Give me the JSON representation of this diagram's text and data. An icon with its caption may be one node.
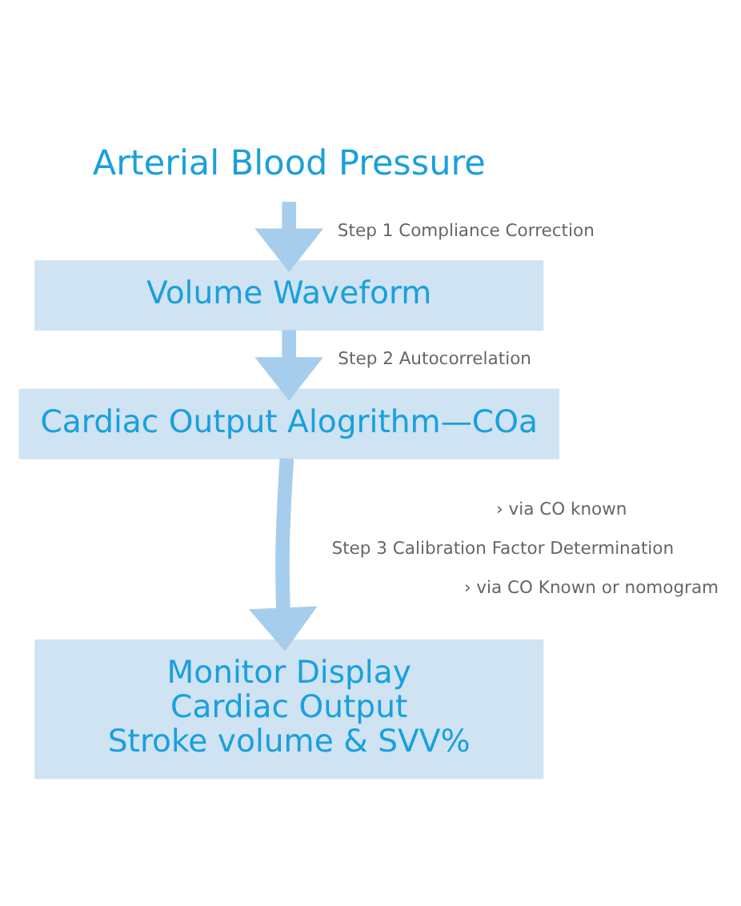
{
  "diagram": {
    "nodes": [
      {
        "text": [
          "Arterial Blood Pressure"
        ]
      },
      {
        "text": [
          "Volume Waveform"
        ]
      },
      {
        "text": [
          "Cardiac Output Alogrithm—COa"
        ]
      },
      {
        "text": [
          "Monitor Display",
          "Cardiac Output",
          "Stroke volume & SVV%"
        ]
      }
    ],
    "edges": [
      {
        "from": 0,
        "to": 1,
        "arrow": "to",
        "label": "Step 1 Compliance Correction"
      },
      {
        "from": 1,
        "to": 2,
        "arrow": "to",
        "label": "Step 2 Autocorrelation"
      },
      {
        "from": 2,
        "to": 3,
        "arrow": "to",
        "label": "Step 3 Calibration Factor Determination"
      }
    ],
    "labels": [
      "› via CO known",
      "› via CO Known or nomogram"
    ]
  }
}
